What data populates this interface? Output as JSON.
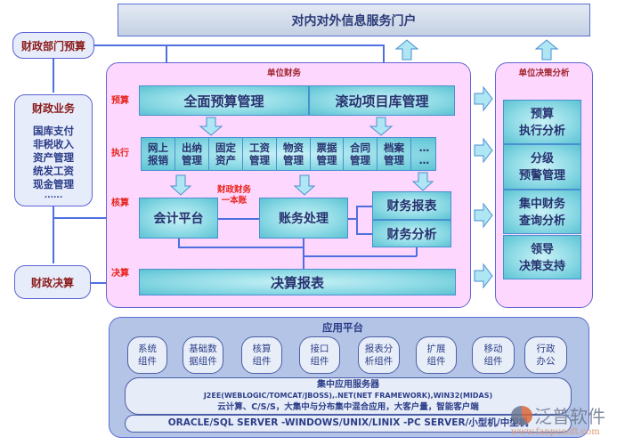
{
  "portal": {
    "title": "对内对外信息服务门户"
  },
  "left": {
    "dept_budget": "财政部门预算",
    "business": {
      "title": "财政业务",
      "items": [
        "国库支付",
        "非税收入",
        "资产管理",
        "统发工资",
        "现金管理"
      ],
      "more": "......"
    },
    "final_accounts": "财政决算"
  },
  "unit_finance": {
    "title": "单位财务",
    "stages": {
      "budget": "预算",
      "execute": "执行",
      "accounting": "核算",
      "final": "决算"
    },
    "budget_boxes": [
      "全面预算管理",
      "滚动项目库管理"
    ],
    "exec_items": [
      [
        "网上",
        "报销"
      ],
      [
        "出纳",
        "管理"
      ],
      [
        "固定",
        "资产"
      ],
      [
        "工资",
        "管理"
      ],
      [
        "物资",
        "管理"
      ],
      [
        "票据",
        "管理"
      ],
      [
        "合同",
        "管理"
      ],
      [
        "档案",
        "管理"
      ],
      [
        "…",
        "…"
      ]
    ],
    "ledger_note": [
      "财政财务",
      "一本账"
    ],
    "accounting_platform": "会计平台",
    "account_processing": "账务处理",
    "financial_report": "财务报表",
    "financial_analysis": "财务分析",
    "final_report": "决算报表"
  },
  "decision": {
    "title": "单位决策分析",
    "items": [
      [
        "预算",
        "执行分析"
      ],
      [
        "分级",
        "预警管理"
      ],
      [
        "集中财务",
        "查询分析"
      ],
      [
        "领导",
        "决策支持"
      ]
    ]
  },
  "platform": {
    "title": "应用平台",
    "components": [
      [
        "系统",
        "组件"
      ],
      [
        "基础数",
        "据组件"
      ],
      [
        "核算",
        "组件"
      ],
      [
        "接口",
        "组件"
      ],
      [
        "报表分",
        "析组件"
      ],
      [
        "扩展",
        "组件"
      ],
      [
        "移动",
        "组件"
      ],
      [
        "行政",
        "办公"
      ]
    ],
    "server_title": "集中应用服务器",
    "server_line1": "J2EE(WEBLOGIC/TOMCAT/JBOSS),.NET(NET FRAMEWORK),WIN32(MIDAS)",
    "server_line2": "云计算、C/S/S，大集中与分布集中混合应用，大客户量，智能客户端",
    "database": "ORACLE/SQL SERVER -WINDOWS/UNIX/LINIX -PC SERVER/小型机/中型机"
  },
  "watermark": {
    "brand": "泛普软件",
    "url": "www.fanpusoft.com"
  }
}
